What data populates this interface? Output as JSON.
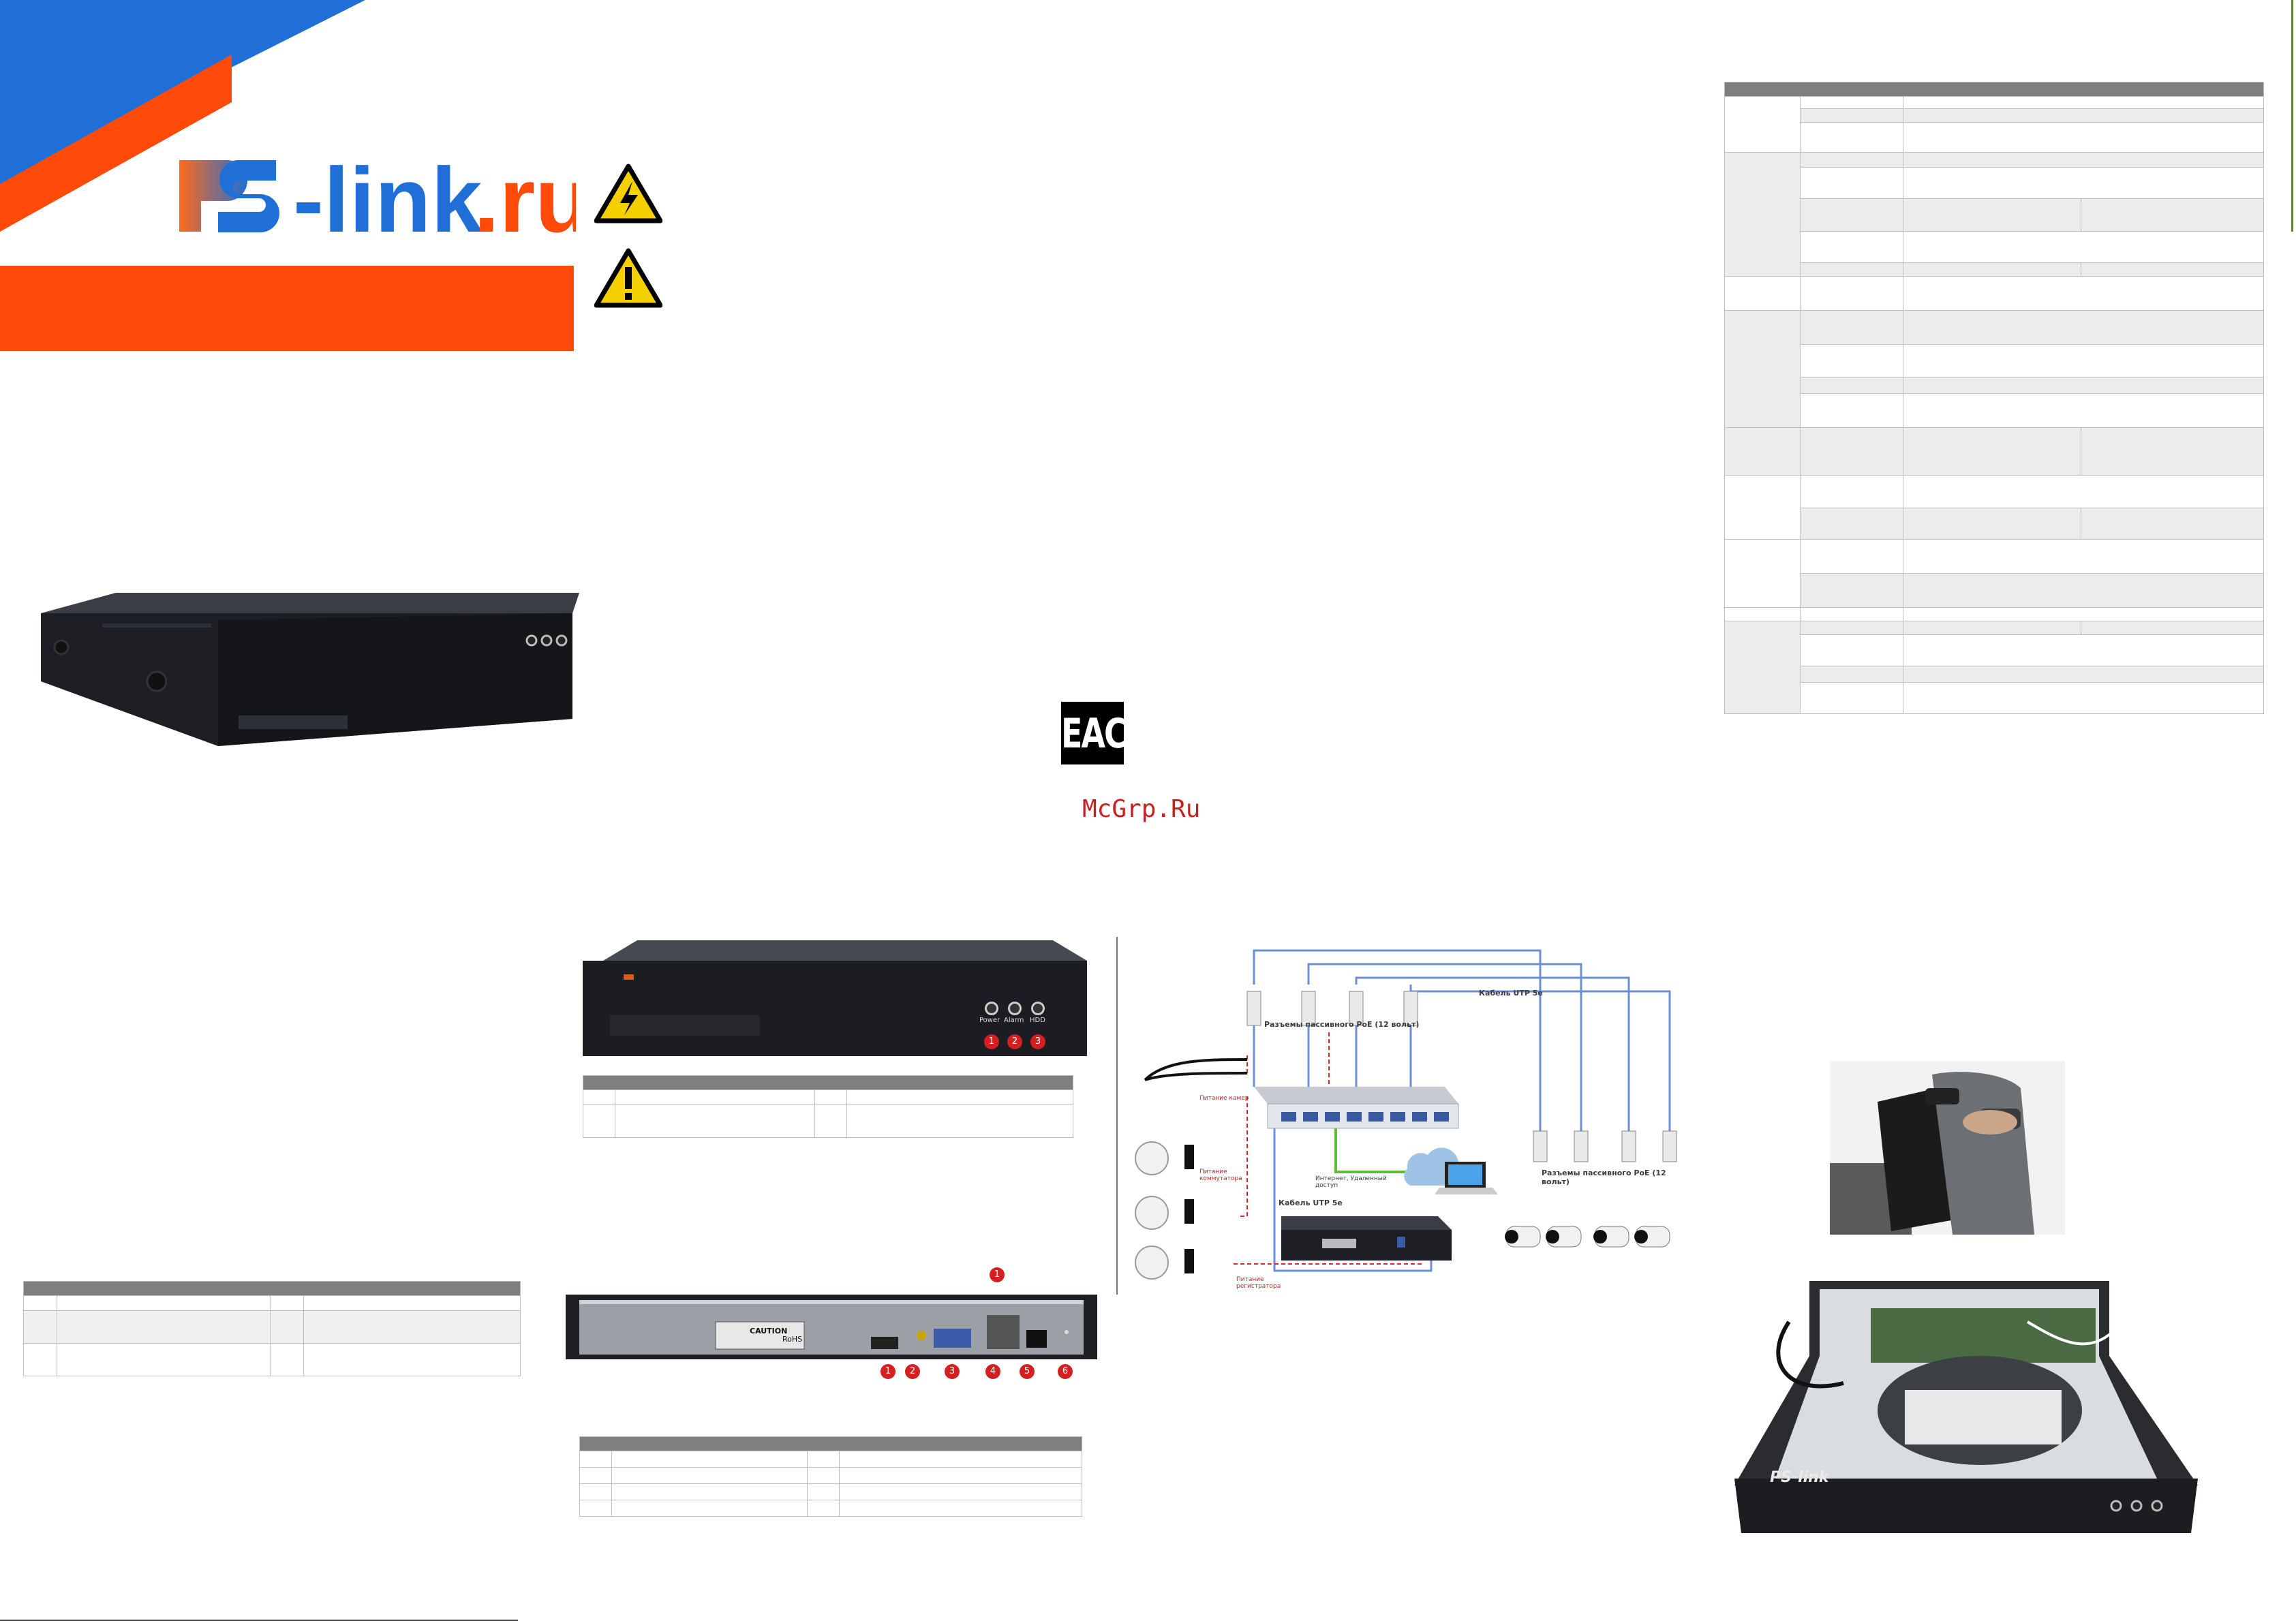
{
  "brand": {
    "logo_text": "PS-link.ru",
    "blue": "#1f6fd6",
    "orange": "#ff4a0a"
  },
  "watermark": "McGrp.Ru",
  "cert_mark": "EAC",
  "icons": [
    "high-voltage-warning-icon",
    "caution-warning-icon"
  ],
  "front_panel": {
    "led_labels": [
      "Power",
      "Alarm",
      "HDD"
    ],
    "callouts": [
      "1",
      "2",
      "3"
    ]
  },
  "rear_panel": {
    "caution_label": "CAUTION",
    "marks": "RoHS",
    "callouts": [
      "1",
      "2",
      "3",
      "4",
      "5",
      "6"
    ],
    "top_callout": "1"
  },
  "diagram": {
    "utp_top": "Кабель UTP 5e",
    "poe_splitter_top": "Разъемы пассивного PoE (12 вольт)",
    "power_cameras": "Питание камер",
    "power_switch": "Питание коммутатора",
    "internet": "Интернет, Удаленный доступ",
    "utp_bottom": "Кабель UTP 5e",
    "poe_splitter_right": "Разъемы пассивного PoE (12 вольт)",
    "power_recorder": "Питание регистратора"
  },
  "bottom_logo": "PS-link"
}
